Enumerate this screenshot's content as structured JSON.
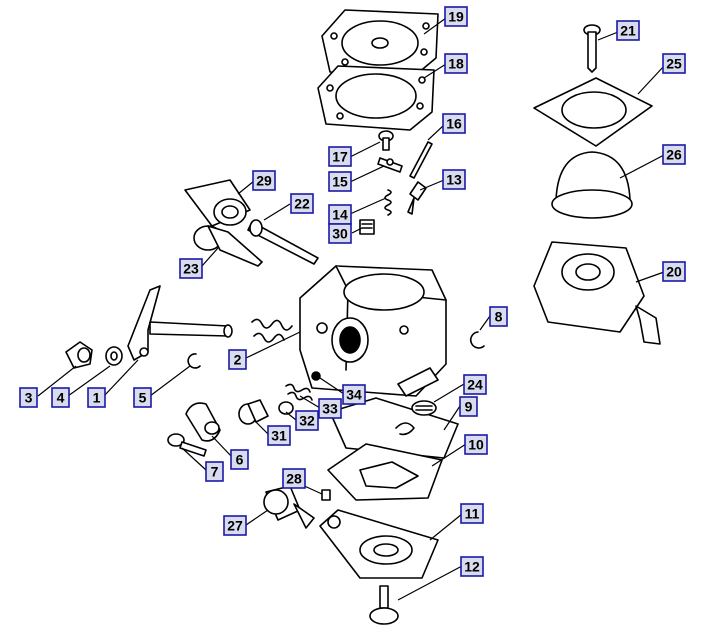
{
  "colors": {
    "callout_fill": "#d9dcef",
    "callout_border": "#1a1aa6",
    "line": "#000000",
    "background": "#ffffff"
  },
  "callouts": [
    "1",
    "2",
    "3",
    "4",
    "5",
    "6",
    "7",
    "8",
    "9",
    "10",
    "11",
    "12",
    "13",
    "14",
    "15",
    "16",
    "17",
    "18",
    "19",
    "20",
    "21",
    "22",
    "23",
    "24",
    "25",
    "26",
    "27",
    "28",
    "29",
    "30",
    "31",
    "32",
    "33",
    "34"
  ]
}
